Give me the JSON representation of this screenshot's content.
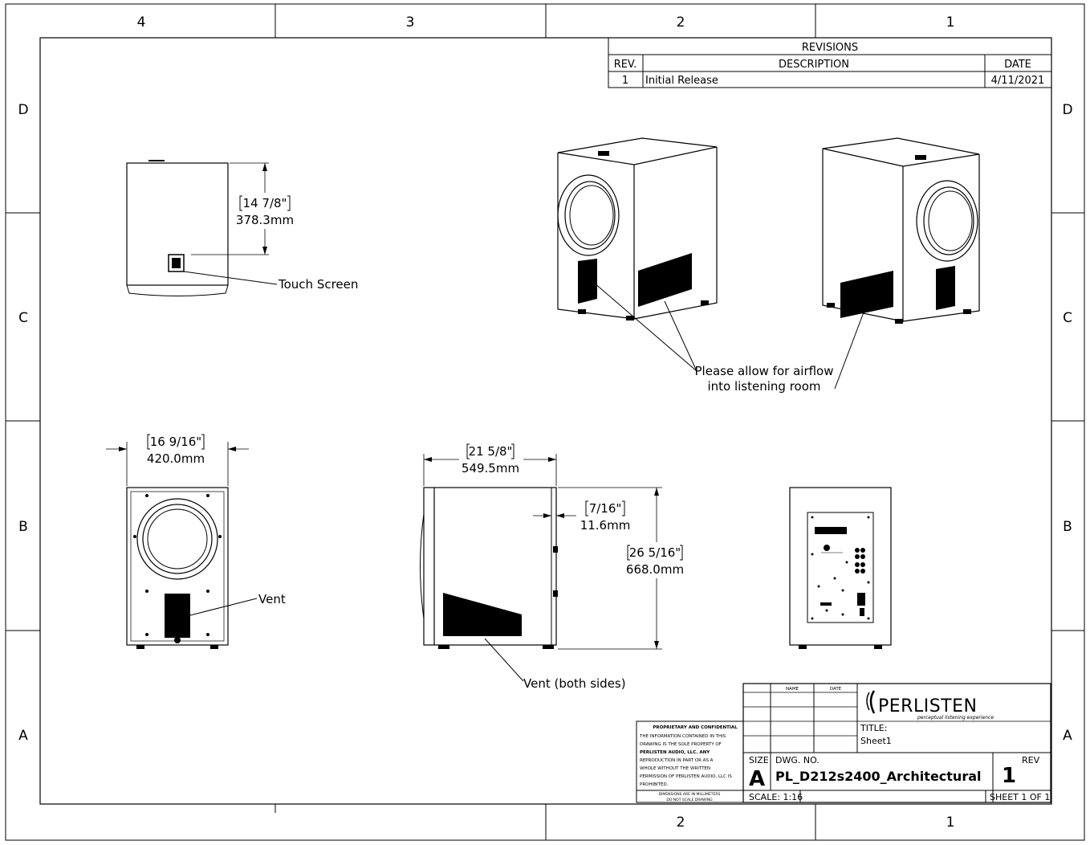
{
  "zones": {
    "top": [
      "4",
      "3",
      "2",
      "1"
    ],
    "bottom": [
      "2",
      "1"
    ],
    "left": [
      "D",
      "C",
      "B",
      "A"
    ],
    "right": [
      "D",
      "C",
      "B",
      "A"
    ]
  },
  "revisions": {
    "title": "REVISIONS",
    "headers": {
      "rev": "REV.",
      "description": "DESCRIPTION",
      "date": "DATE"
    },
    "rows": [
      {
        "rev": "1",
        "description": "Initial Release",
        "date": "4/11/2021"
      }
    ]
  },
  "dimensions": {
    "height_top": {
      "imperial": "14 7/8\"",
      "metric": "378.3mm"
    },
    "width": {
      "imperial": "16 9/16\"",
      "metric": "420.0mm"
    },
    "depth": {
      "imperial": "21 5/8\"",
      "metric": "549.5mm"
    },
    "grille": {
      "imperial": "7/16\"",
      "metric": "11.6mm"
    },
    "height": {
      "imperial": "26 5/16\"",
      "metric": "668.0mm"
    }
  },
  "callouts": {
    "touch_screen": "Touch Screen",
    "airflow_line1": "Please allow for airflow",
    "airflow_line2": "into listening room",
    "vent": "Vent",
    "vent_both": "Vent (both sides)"
  },
  "title_block": {
    "col_name": "NAME",
    "col_date": "DATE",
    "logo_text": "PERLISTEN",
    "logo_tagline": "perceptual listening experience",
    "title_label": "TITLE:",
    "title_value": "Sheet1",
    "size_label": "SIZE",
    "size_value": "A",
    "dwg_label": "DWG.  NO.",
    "dwg_value": "PL_D212s2400_Architectural",
    "rev_label": "REV",
    "rev_value": "1",
    "scale": "SCALE: 1:16",
    "sheet": "SHEET 1 OF 1",
    "proprietary_title": "PROPRIETARY AND CONFIDENTIAL",
    "proprietary_lines": [
      "THE INFORMATION CONTAINED IN THIS",
      "DRAWING IS THE SOLE PROPERTY OF",
      "PERLISTEN AUDIO, LLC.  ANY",
      "REPRODUCTION IN PART OR AS A",
      "WHOLE WITHOUT THE WRITTEN",
      "PERMISSION OF PERLISTEN AUDIO, LLC IS",
      "PROHIBITED."
    ],
    "units_note": "DIMENSIONS ARE IN MILLIMETERS",
    "scale_note": "DO NOT SCALE DRAWING"
  },
  "colors": {
    "line": "#000000",
    "paper": "#ffffff",
    "fill": "#000000"
  }
}
